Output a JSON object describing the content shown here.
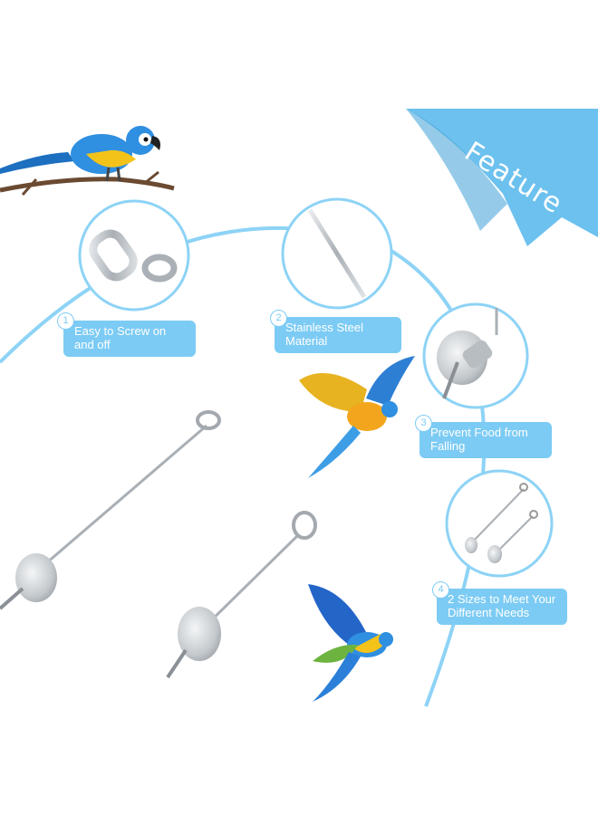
{
  "banner": {
    "text": "Feature"
  },
  "features": [
    {
      "number": "1",
      "text": "Easy to Screw on and off"
    },
    {
      "number": "2",
      "text": "Stainless Steel Material"
    },
    {
      "number": "3",
      "text": "Prevent Food from Falling"
    },
    {
      "number": "4",
      "text": "2 Sizes to Meet Your Different Needs"
    }
  ],
  "colors": {
    "accent": "#7ccbf4",
    "ribbon": "#6cc1ee",
    "steel": "#b9bec3"
  },
  "icons": [
    "macaw-perched",
    "quick-link-closeup",
    "steel-rod-closeup",
    "disc-closeup",
    "two-sizes-closeup",
    "macaw-flying",
    "food-skewer-large",
    "food-skewer-small"
  ]
}
